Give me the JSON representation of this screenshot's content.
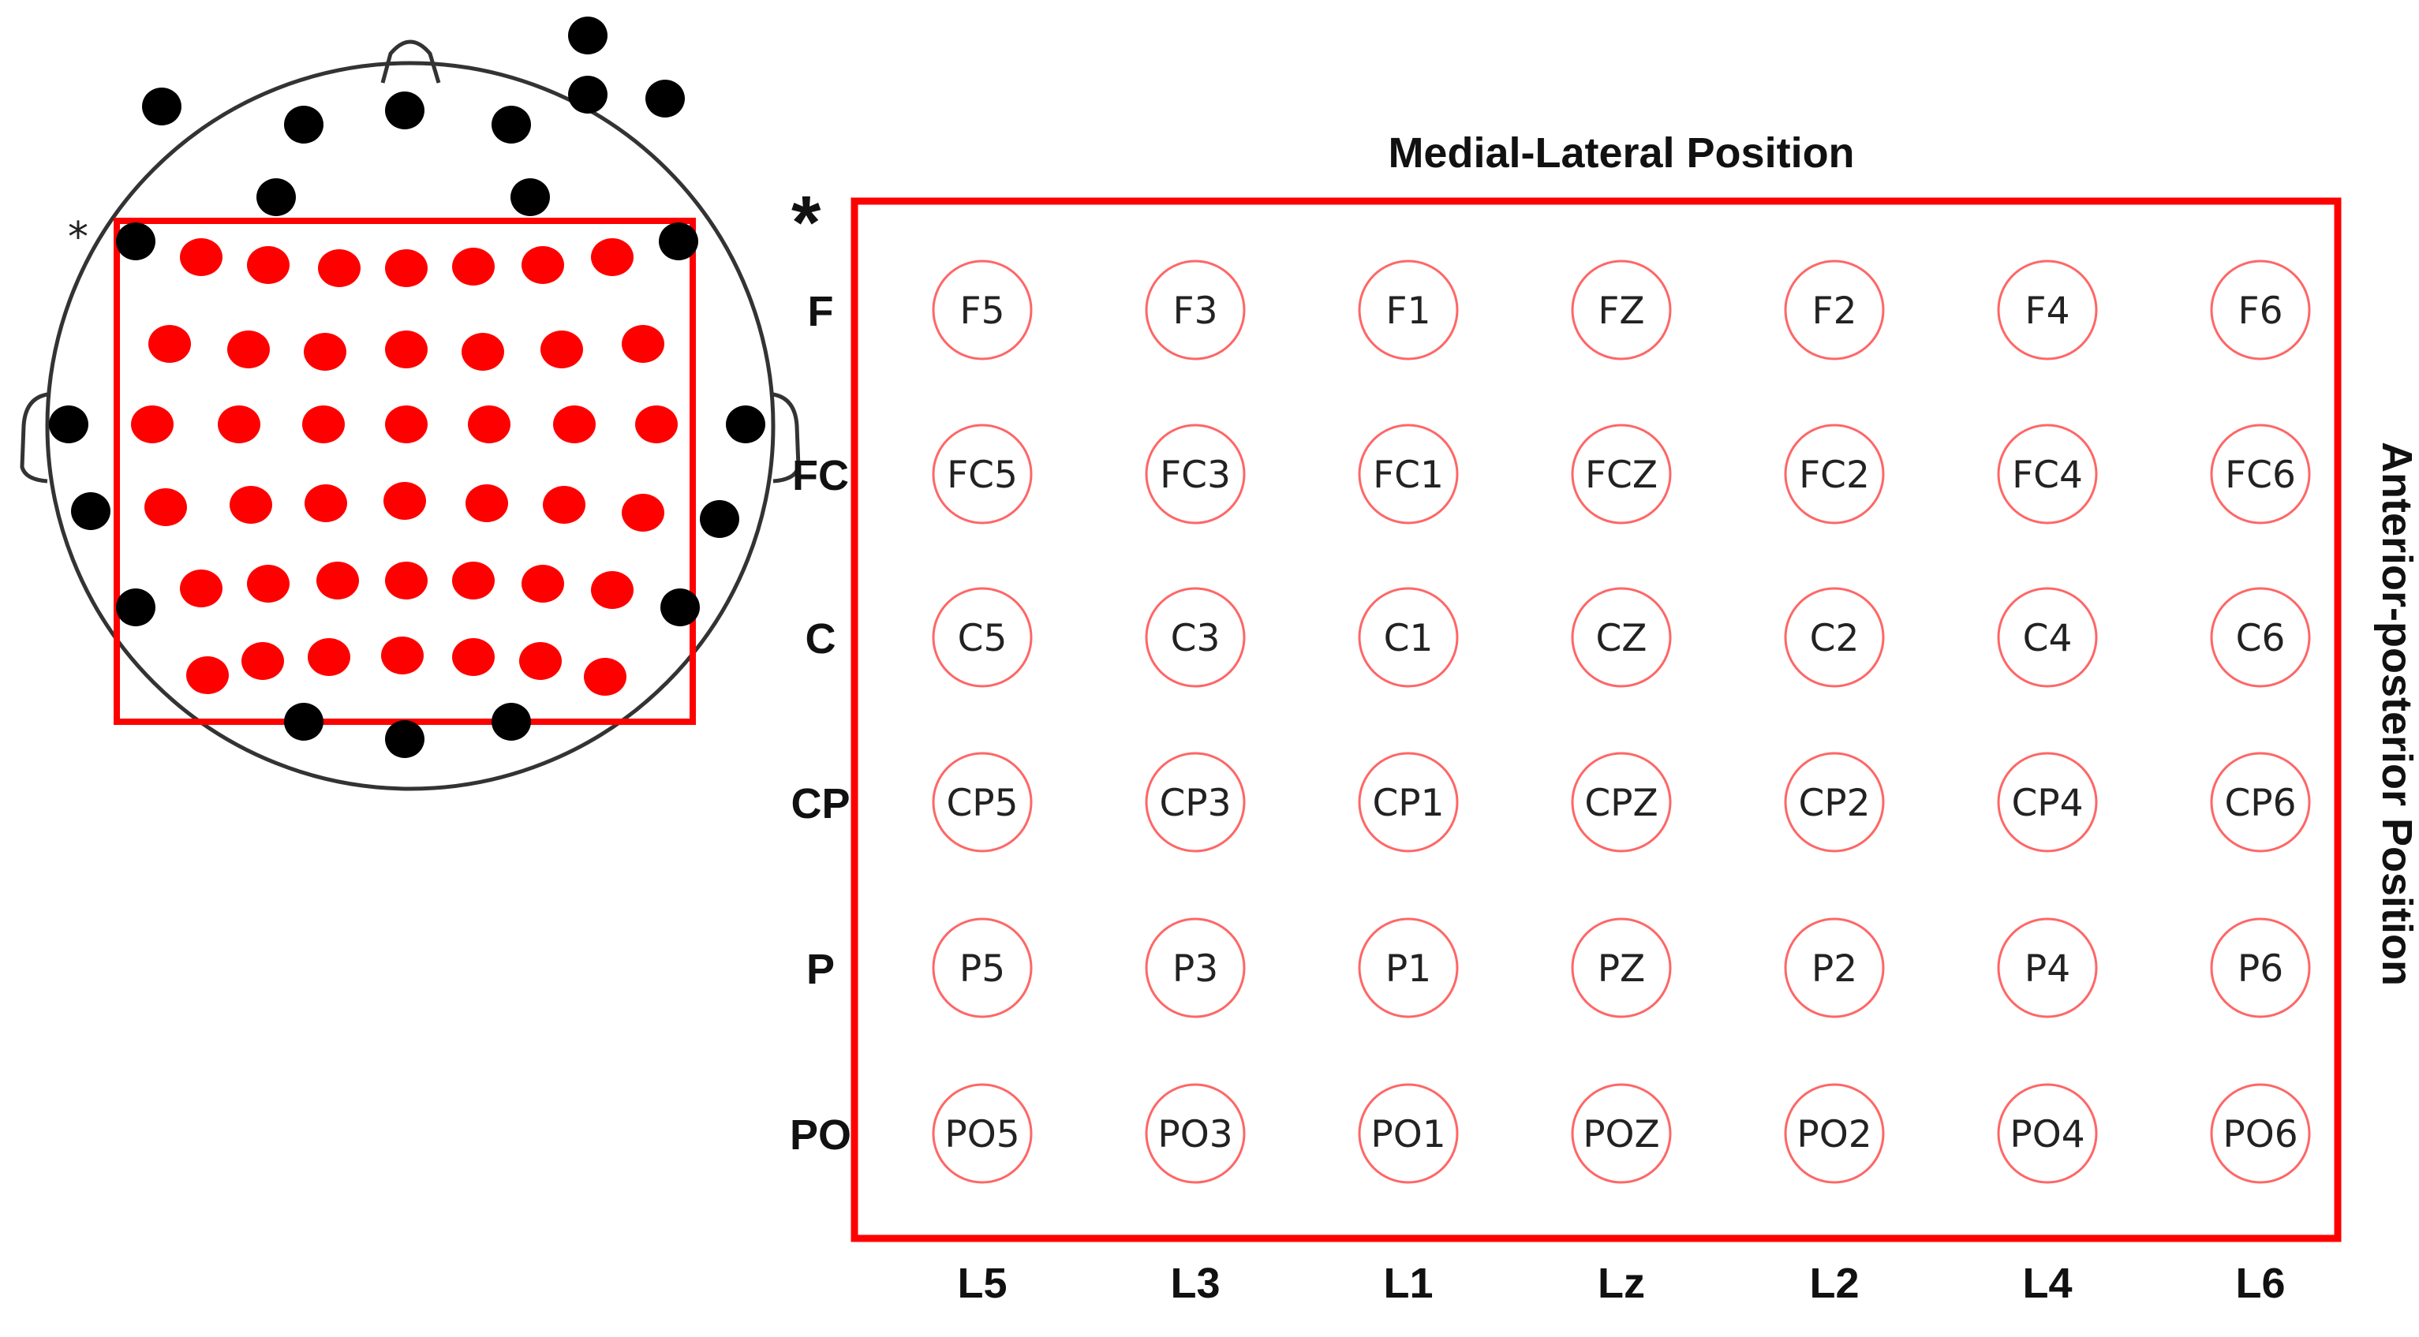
{
  "axes": {
    "top_title": "Medial-Lateral Position",
    "right_title": "Anterior-posterior Position"
  },
  "marker": "*",
  "columns": [
    "L5",
    "L3",
    "L1",
    "Lz",
    "L2",
    "L4",
    "L6"
  ],
  "rows": [
    "F",
    "FC",
    "C",
    "CP",
    "P",
    "PO"
  ],
  "grid": [
    [
      "F5",
      "F3",
      "F1",
      "FZ",
      "F2",
      "F4",
      "F6"
    ],
    [
      "FC5",
      "FC3",
      "FC1",
      "FCZ",
      "FC2",
      "FC4",
      "FC6"
    ],
    [
      "C5",
      "C3",
      "C1",
      "CZ",
      "C2",
      "C4",
      "C6"
    ],
    [
      "CP5",
      "CP3",
      "CP1",
      "CPZ",
      "CP2",
      "CP4",
      "CP6"
    ],
    [
      "P5",
      "P3",
      "P1",
      "PZ",
      "P2",
      "P4",
      "P6"
    ],
    [
      "PO5",
      "PO3",
      "PO1",
      "POZ",
      "PO2",
      "PO4",
      "PO6"
    ]
  ],
  "colors": {
    "highlight": "#ff0000",
    "electrode_selected": "#ff0000",
    "electrode_other": "#000000",
    "head_outline": "#333333",
    "label_circle": "#ff6666"
  }
}
